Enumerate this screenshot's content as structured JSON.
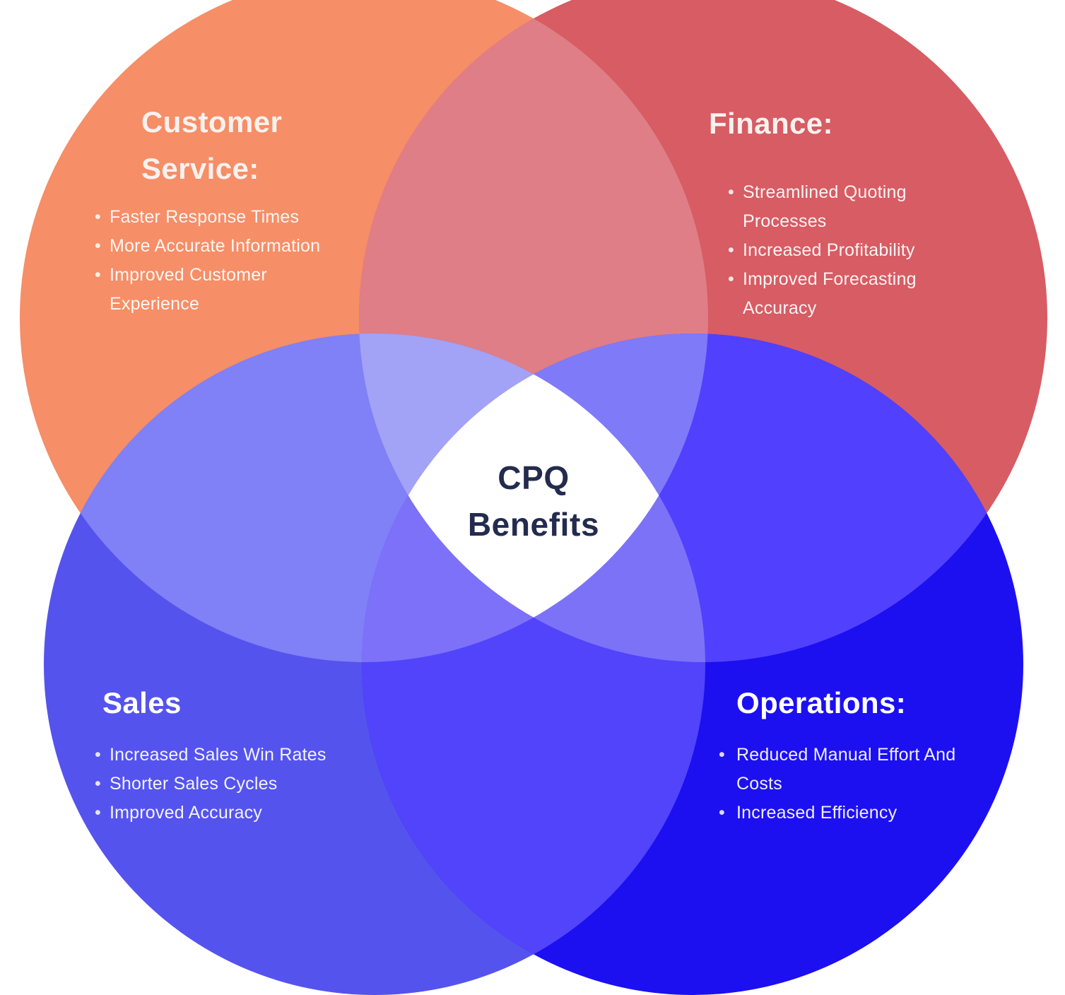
{
  "center": {
    "line1": "CPQ",
    "line2": "Benefits"
  },
  "sections": {
    "customer_service": {
      "heading": "Customer Service:",
      "bullets": [
        "Faster Response Times",
        "More Accurate Information",
        "Improved Customer Experience"
      ]
    },
    "finance": {
      "heading": "Finance:",
      "bullets": [
        "Streamlined Quoting Processes",
        "Increased Profitability",
        "Improved Forecasting Accuracy"
      ]
    },
    "sales": {
      "heading": "Sales",
      "bullets": [
        "Increased Sales Win Rates",
        "Shorter Sales Cycles",
        "Improved Accuracy"
      ]
    },
    "operations": {
      "heading": "Operations:",
      "bullets": [
        "Reduced Manual Effort And Costs",
        "Increased Efficiency"
      ]
    }
  },
  "colors": {
    "orange": "#F68E67",
    "red": "#D75C63",
    "purple": "#5553EE",
    "blue": "#1C10F1",
    "orange_red": "#DF7E86",
    "orange_purple": "#8080F7",
    "red_blue": "#5140FE",
    "purple_blue": "#5244FB",
    "orange_red_purple": "#A2A2F6",
    "orange_red_blue": "#7F7AF8",
    "orange_purple_blue": "#7C71F8",
    "red_purple_blue": "#7C72F8",
    "center_region": "#FFFFFF",
    "center_text": "#232C4E",
    "heading_text_warm": "#F8F2EF",
    "heading_text_cool": "#FFFFFF"
  }
}
